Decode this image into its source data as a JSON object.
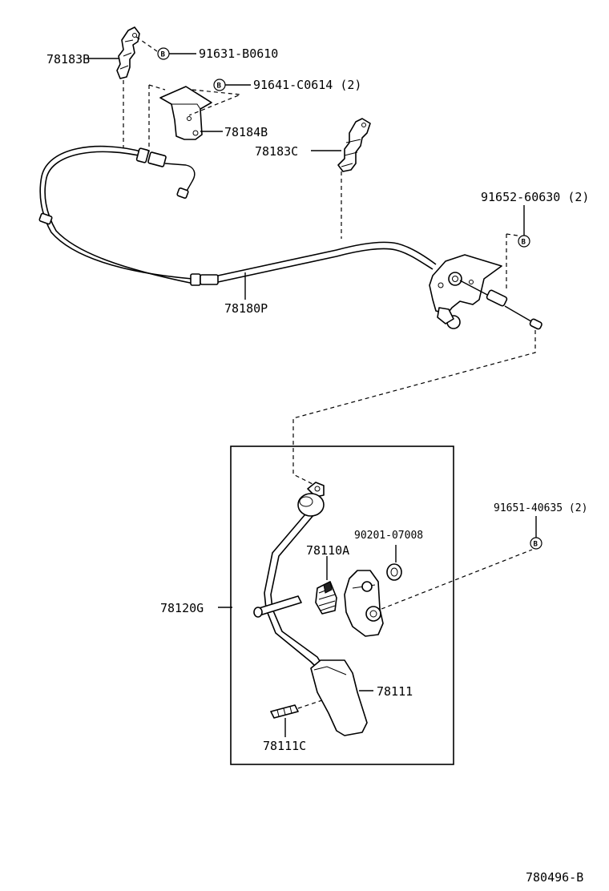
{
  "labels": {
    "p78183B": "78183B",
    "p91631": "91631-B0610",
    "p91641": "91641-C0614 (2)",
    "p78184B": "78184B",
    "p78183C": "78183C",
    "p91652": "91652-60630 (2)",
    "p78180P": "78180P",
    "p90201": "90201-07008",
    "p78110A": "78110A",
    "p91651": "91651-40635 (2)",
    "p78120G": "78120G",
    "p78111": "78111",
    "p78111C": "78111C",
    "footer": "780496-B",
    "bolt_marker": "B"
  }
}
